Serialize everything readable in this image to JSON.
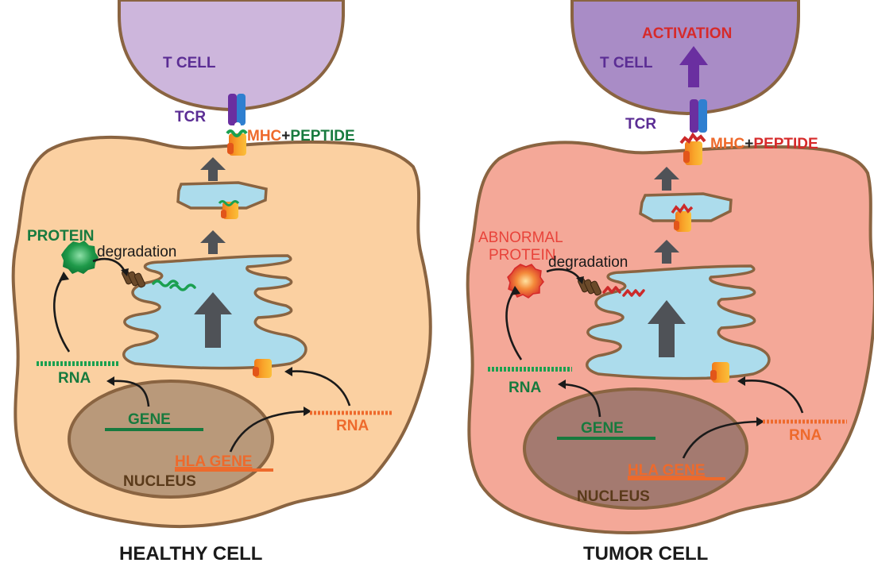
{
  "colors": {
    "membrane": "#8a6441",
    "tcell_healthy": "#cdb6dc",
    "tcell_tumor": "#a98cc6",
    "cytoplasm_healthy": "#fbd0a1",
    "cytoplasm_tumor": "#f4a898",
    "nucleus_healthy": "#b9997a",
    "nucleus_tumor": "#a47a70",
    "er_fill": "#acdcec",
    "arrow_gray": "#4f5257",
    "purple_text": "#5b2d94",
    "green_text": "#177a3e",
    "orange_text": "#ee6a2c",
    "red_text": "#d62a2a",
    "brown_text": "#5a3a1a",
    "black_text": "#222222"
  },
  "panels": [
    {
      "id": "healthy",
      "caption": "HEALTHY CELL",
      "tcell_label": "T CELL",
      "tcr_label": "TCR",
      "mhc_label": "MHC",
      "plus": "+",
      "peptide_label": "PEPTIDE",
      "protein_label_lines": [
        "PROTEIN"
      ],
      "degradation_label": "degradation",
      "rna_left_label": "RNA",
      "gene_label": "GENE",
      "hla_gene_label": "HLA GENE",
      "rna_right_label": "RNA",
      "nucleus_label": "NUCLEUS",
      "activation_label": null,
      "protein_kind": "normal",
      "peptide_color": "green"
    },
    {
      "id": "tumor",
      "caption": "TUMOR CELL",
      "tcell_label": "T CELL",
      "tcr_label": "TCR",
      "mhc_label": "MHC",
      "plus": "+",
      "peptide_label": "PEPTIDE",
      "protein_label_lines": [
        "ABNORMAL",
        "PROTEIN"
      ],
      "degradation_label": "degradation",
      "rna_left_label": "RNA",
      "gene_label": "GENE",
      "hla_gene_label": "HLA GENE",
      "rna_right_label": "RNA",
      "nucleus_label": "NUCLEUS",
      "activation_label": "ACTIVATION",
      "protein_kind": "abnormal",
      "peptide_color": "red"
    }
  ]
}
